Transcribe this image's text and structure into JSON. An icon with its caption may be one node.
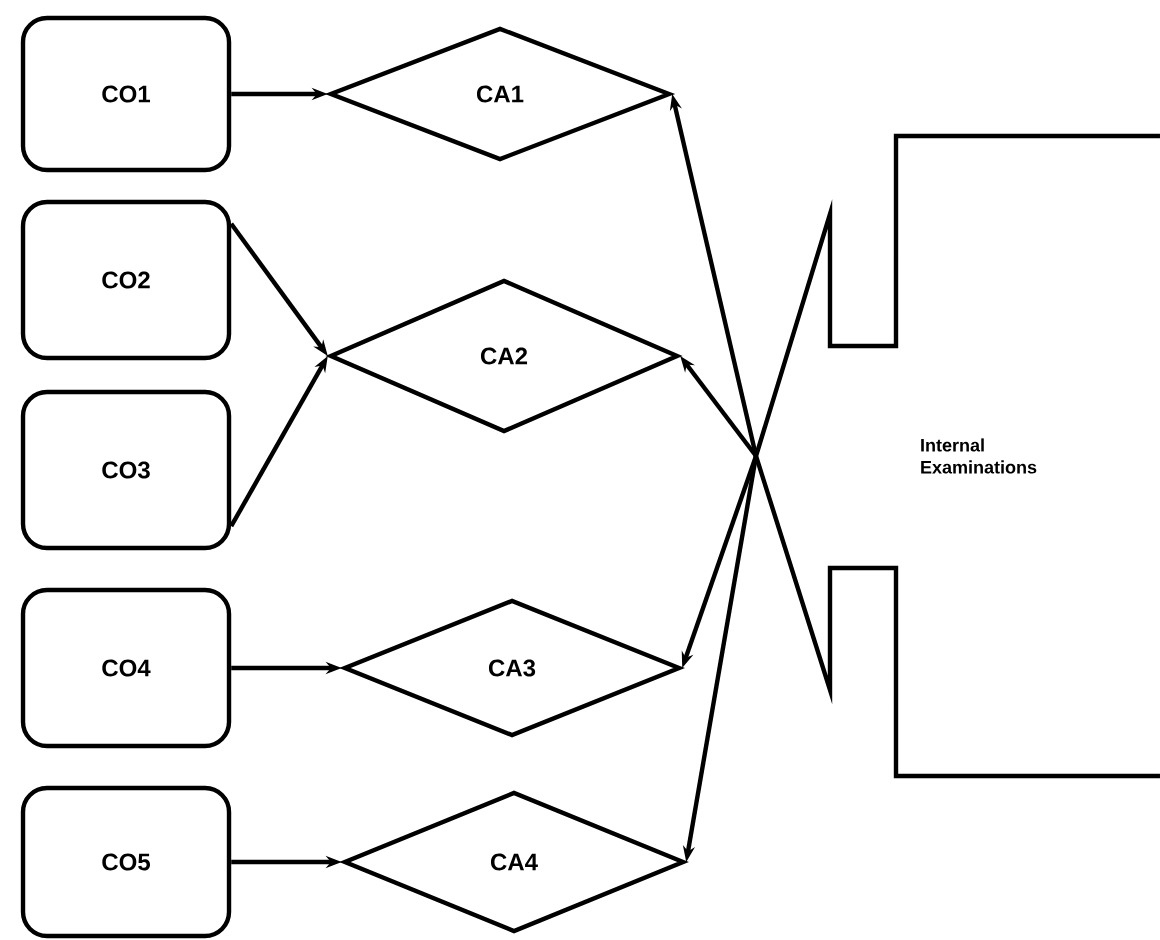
{
  "diagram": {
    "nodes": [
      {
        "text": [
          "CO1"
        ]
      },
      {
        "text": [
          "CO2"
        ]
      },
      {
        "text": [
          "CO3"
        ]
      },
      {
        "text": [
          "CO4"
        ]
      },
      {
        "text": [
          "CO5"
        ]
      },
      {
        "text": [
          "CA1"
        ]
      },
      {
        "text": [
          "CA2"
        ]
      },
      {
        "text": [
          "CA3"
        ]
      },
      {
        "text": [
          "CA4"
        ]
      },
      {
        "text": [
          "Internal Examinations"
        ]
      }
    ],
    "edges": [
      {
        "from": 0,
        "to": 5,
        "arrow": "to"
      },
      {
        "from": 1,
        "to": 6,
        "arrow": "to"
      },
      {
        "from": 2,
        "to": 6,
        "arrow": "to"
      },
      {
        "from": 3,
        "to": 7,
        "arrow": "to"
      },
      {
        "from": 4,
        "to": 8,
        "arrow": "to"
      },
      {
        "from": 9,
        "to": 5,
        "arrow": "to"
      },
      {
        "from": 9,
        "to": 6,
        "arrow": "to"
      },
      {
        "from": 9,
        "to": 7,
        "arrow": "to"
      },
      {
        "from": 9,
        "to": 8,
        "arrow": "to"
      }
    ]
  }
}
